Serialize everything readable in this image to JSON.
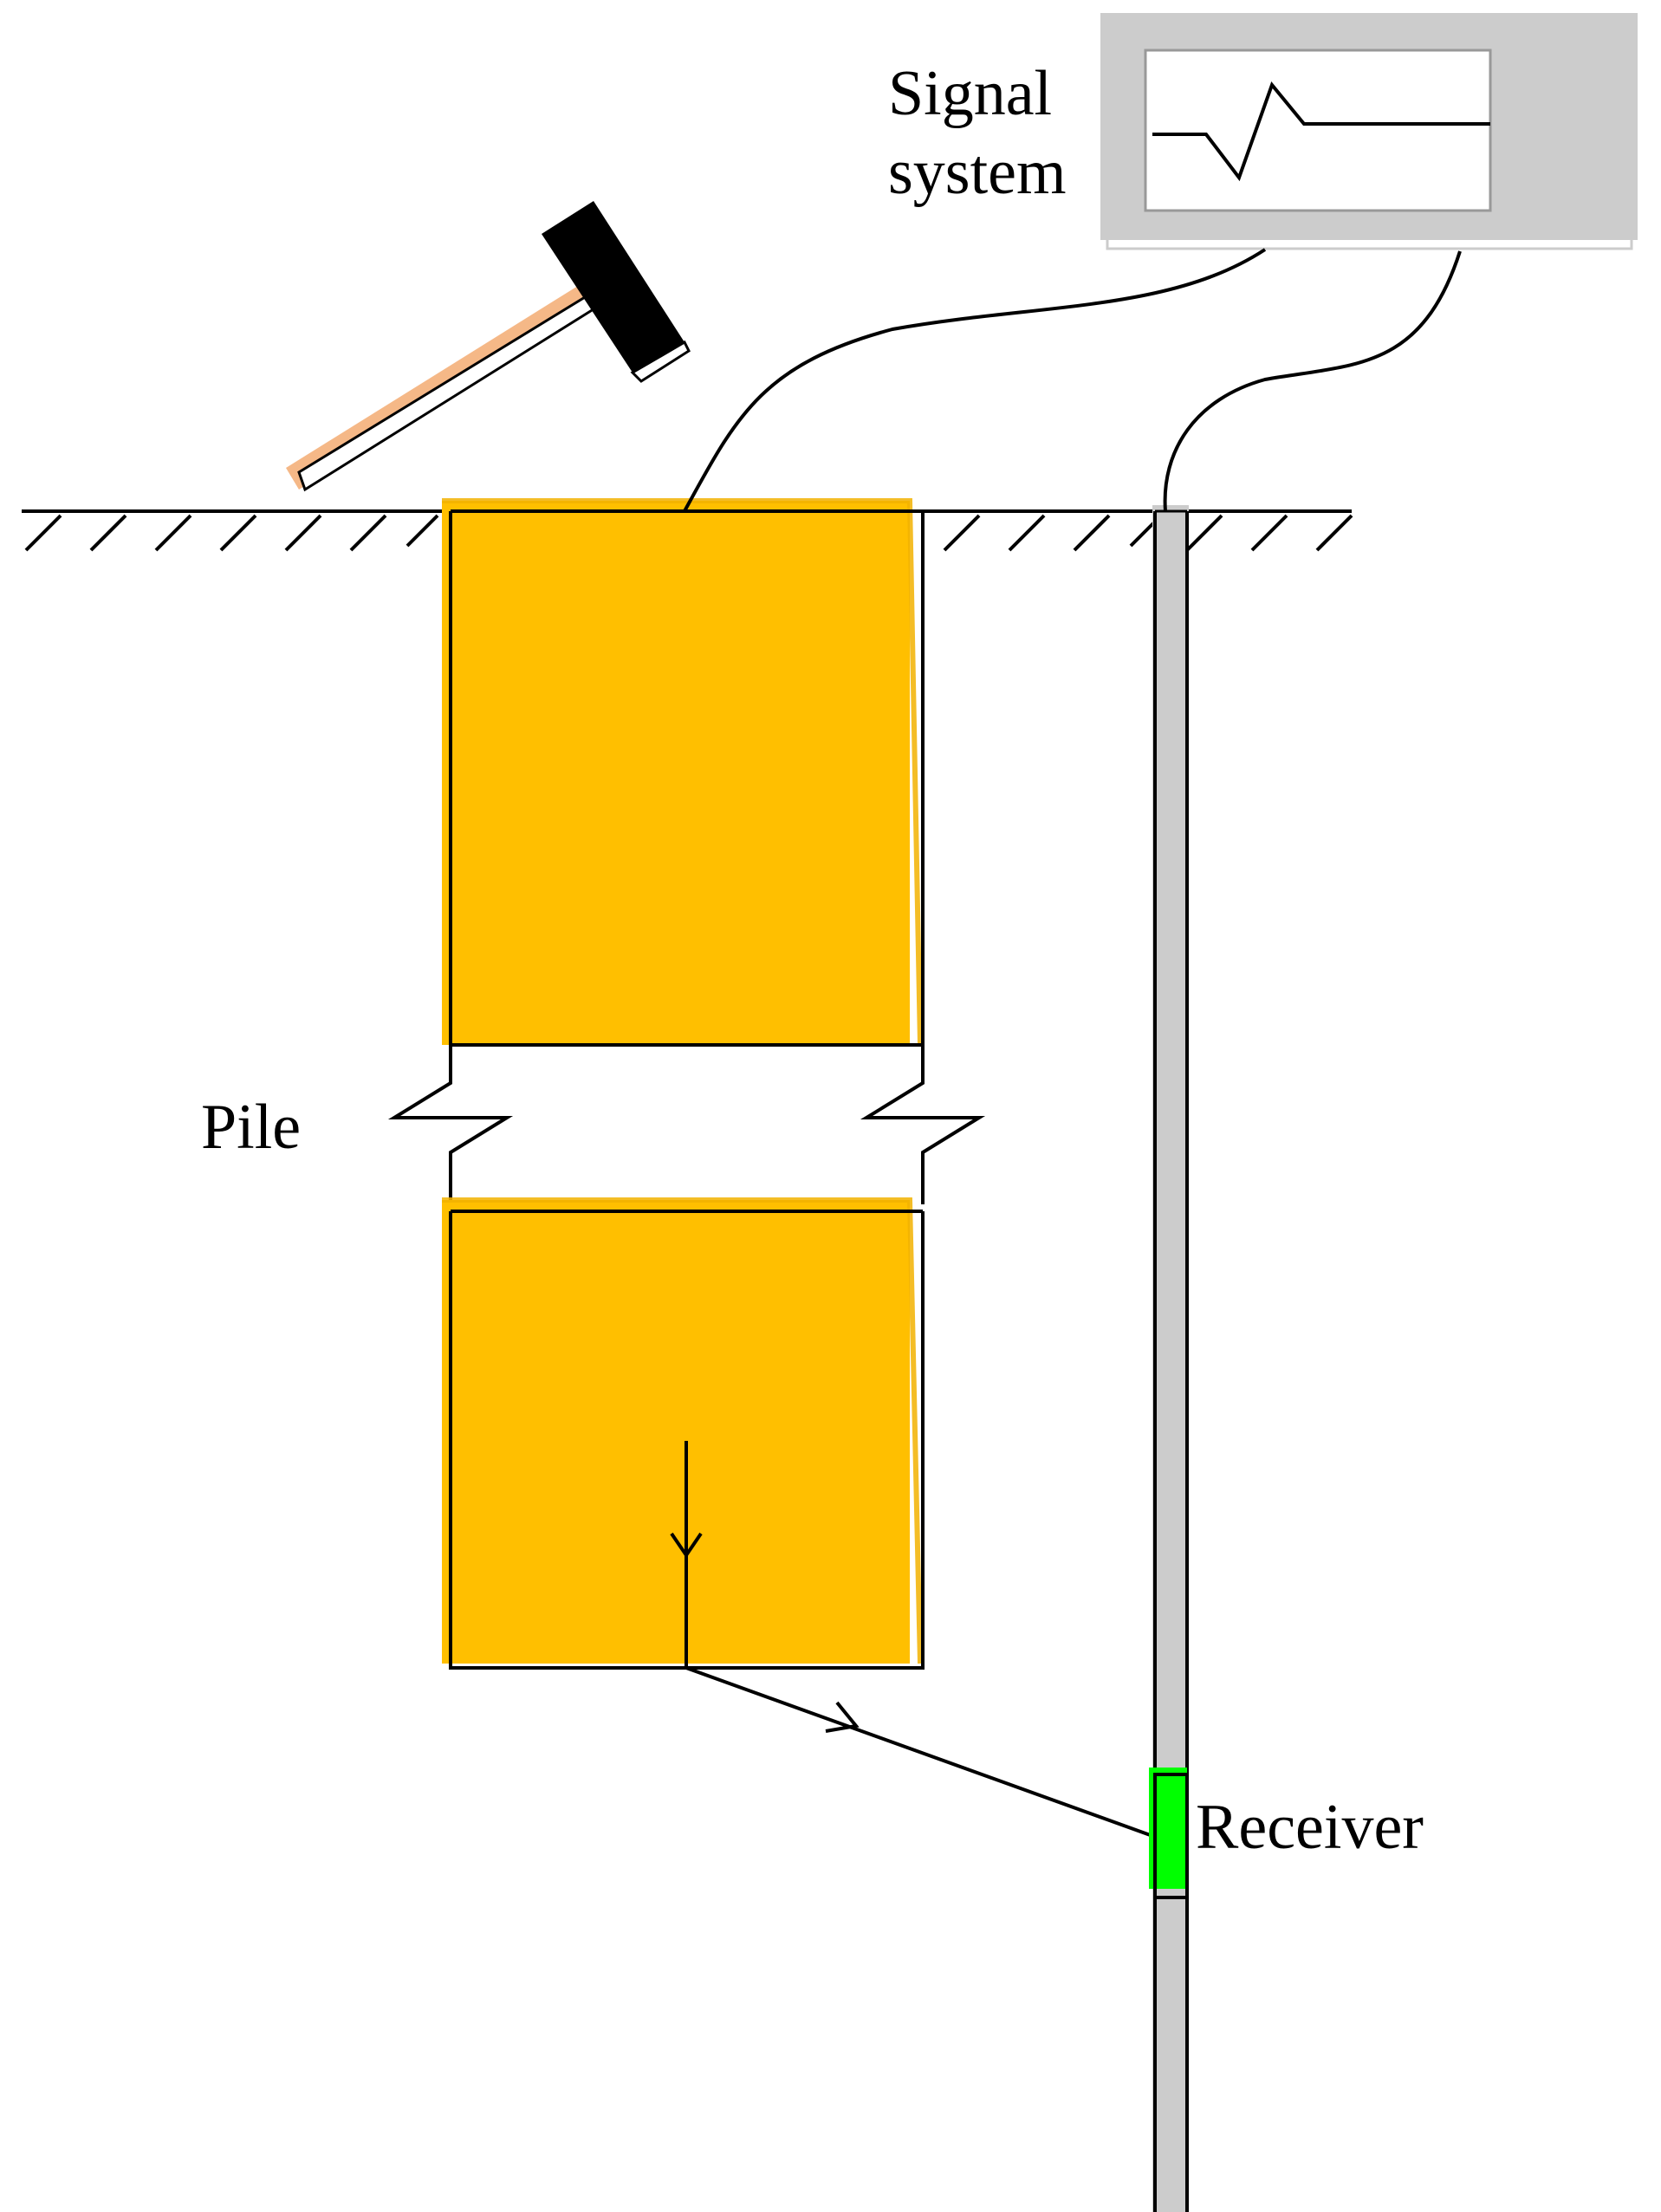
{
  "labels": {
    "signal_system_line1": "Signal",
    "signal_system_line2": "system",
    "pile": "Pile",
    "receiver": "Receiver"
  },
  "colors": {
    "pile_fill": "#FFBF00",
    "pile_edge_stroke": "#F2B200",
    "hammer_handle": "#F5B887",
    "hammer_head": "#000000",
    "monitor_frame": "#CCCCCC",
    "tube_fill": "#CCCCCC",
    "receiver": "#00FF00",
    "line": "#000000",
    "background": "#FFFFFF"
  },
  "icons": {
    "hammer": "hammer-icon",
    "monitor": "monitor-icon",
    "signal_trace": "waveform-icon",
    "ground": "ground-hatch-icon"
  }
}
